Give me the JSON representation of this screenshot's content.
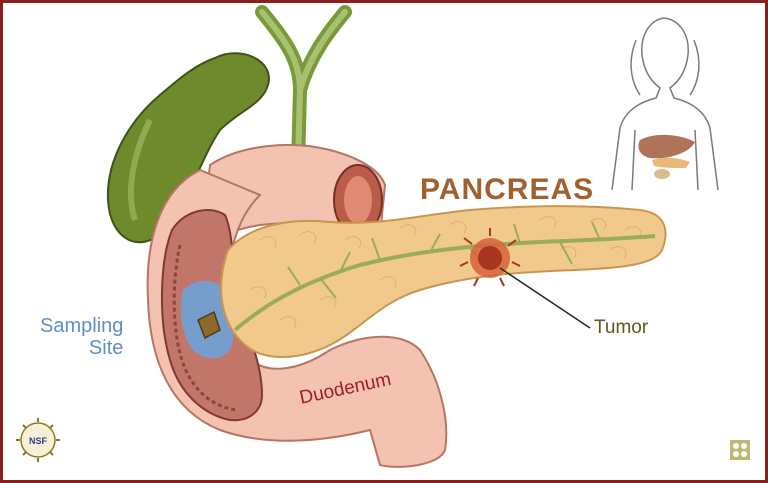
{
  "labels": {
    "organ_title": "PANCREAS",
    "tumor": "Tumor",
    "sampling_line1": "Sampling",
    "sampling_line2": "Site",
    "duodenum": "Duodenum"
  },
  "colors": {
    "frame": "#8b1f1f",
    "title": "#a06030",
    "tumor_label": "#5a5a1a",
    "sampling_label": "#5f8ec4",
    "duodenum_label": "#a41e1e",
    "pancreas": "#f2c98c",
    "gallbladder": "#6f8a2c",
    "duodenum": "#f3c2b0",
    "sampling_fluid": "#6ea3d8"
  },
  "logos": {
    "left": "NSF",
    "right": "SERVIER-MEDICAL-ART"
  }
}
